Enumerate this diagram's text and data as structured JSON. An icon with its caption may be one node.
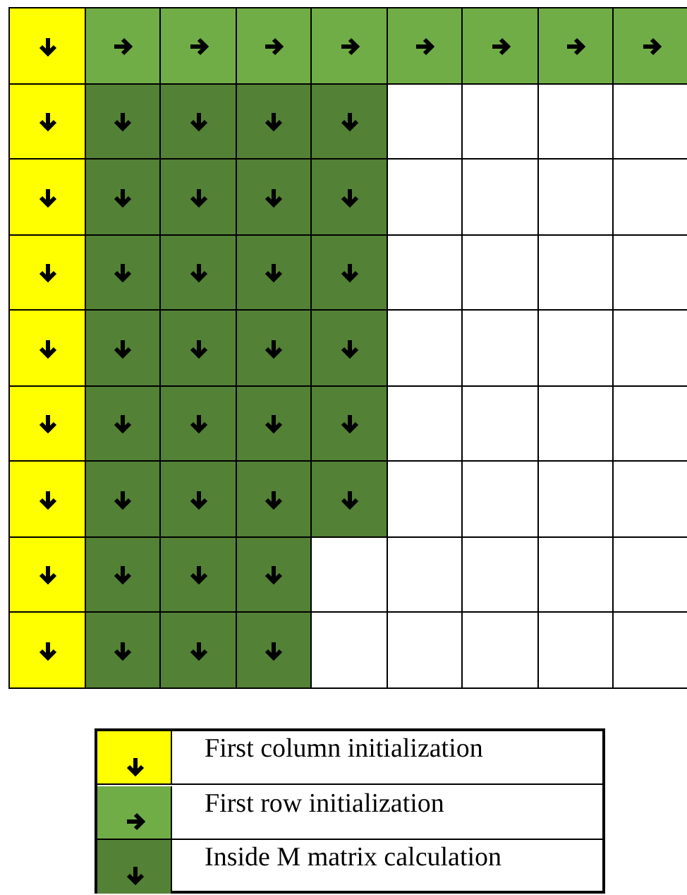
{
  "diagram": {
    "legend": [
      {
        "text": "First column initialization",
        "color": "#ffff00"
      },
      {
        "text": "First row initialization",
        "color": "#70ad47"
      },
      {
        "text": "Inside M matrix calculation",
        "color": "#538135"
      }
    ]
  }
}
